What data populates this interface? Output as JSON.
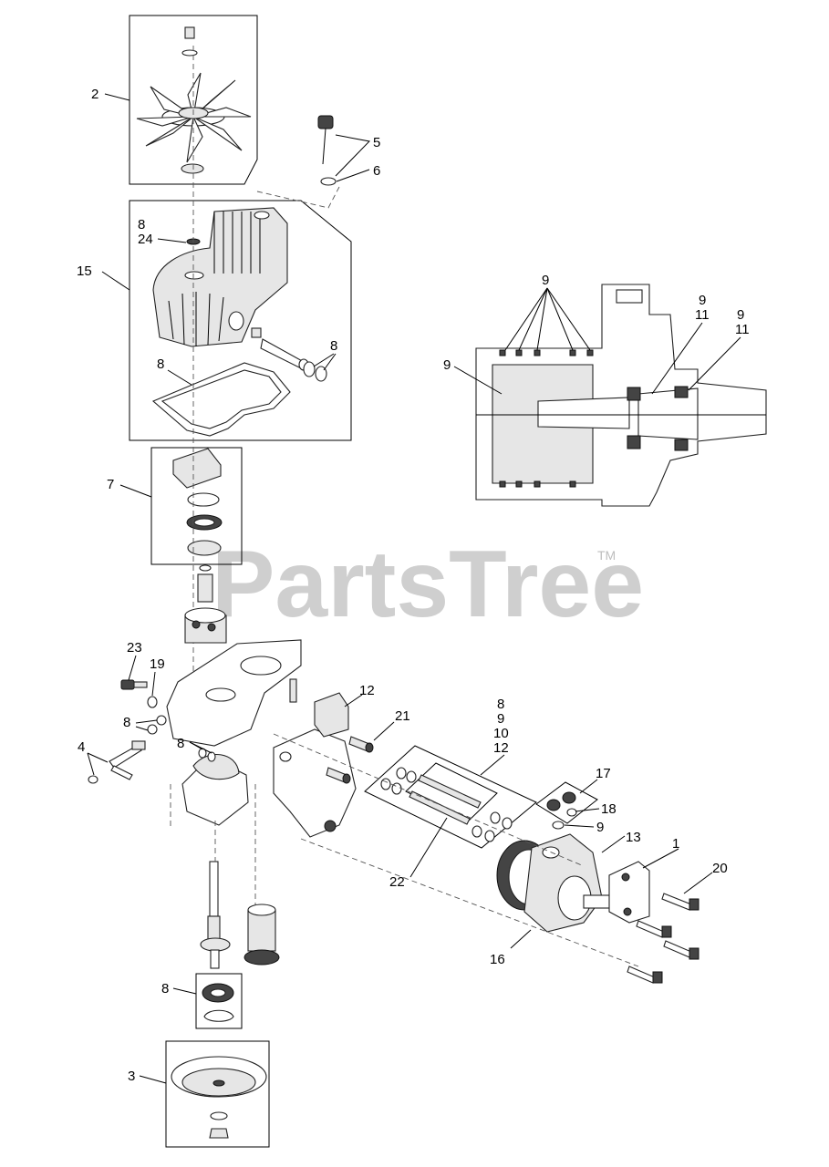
{
  "watermark": {
    "brand": "PartsTree",
    "trademark": "TM"
  },
  "callouts": {
    "c1": "1",
    "c2": "2",
    "c3": "3",
    "c4": "4",
    "c5": "5",
    "c6": "6",
    "c7": "7",
    "c8_cap": "8",
    "c24": "24",
    "c15": "15",
    "c8_seals": "8",
    "c8_gasket": "8",
    "c8_stack": "8",
    "c9_stack": "9",
    "c10_stack": "10",
    "c12_stack": "12",
    "c12": "12",
    "c21": "21",
    "c23": "23",
    "c19": "19",
    "c8_fit1": "8",
    "c8_fit2": "8",
    "c17": "17",
    "c18": "18",
    "c9_ring": "9",
    "c13": "13",
    "c20": "20",
    "c22": "22",
    "c16": "16",
    "c8_bearing": "8",
    "x9_top": "9",
    "x9_right1": "9",
    "x11_right1": "11",
    "x9_right2": "9",
    "x11_right2": "11",
    "x9_left": "9"
  }
}
